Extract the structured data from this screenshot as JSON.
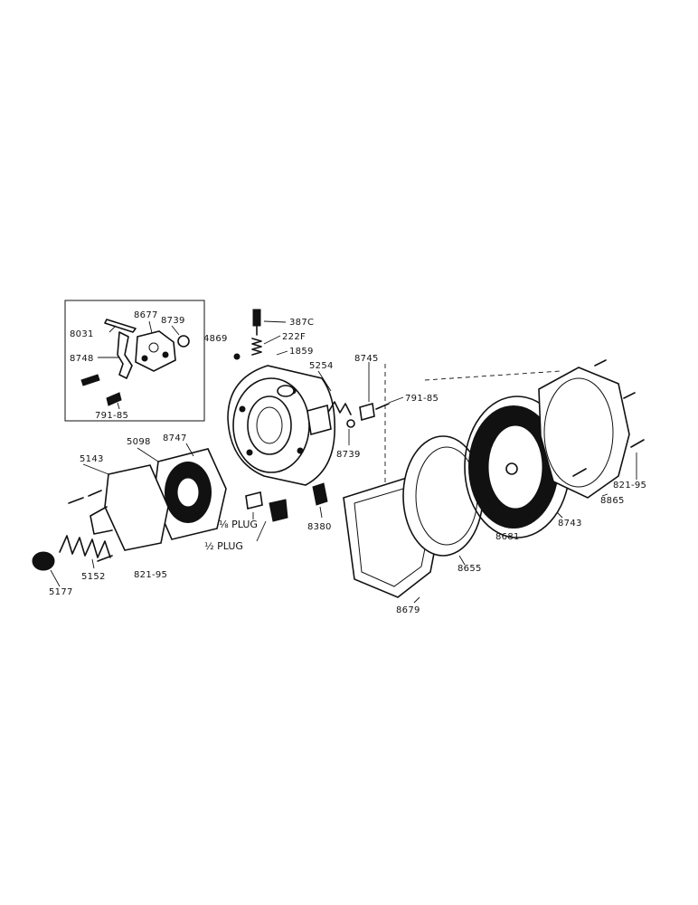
{
  "labels": {
    "p387c": "387C",
    "p222f": "222F",
    "p1859": "1859",
    "p4869": "4869",
    "p8677": "8677",
    "p8739a": "8739",
    "p8031": "8031",
    "p8748": "8748",
    "p791_85a": "791-85",
    "p5254": "5254",
    "p8745": "8745",
    "p791_85b": "791-85",
    "p8739b": "8739",
    "p5143": "5143",
    "p5098": "5098",
    "p8747": "8747",
    "p5152": "5152",
    "p5177": "5177",
    "p821_95a": "821-95",
    "p8380": "8380",
    "plug18": "⅛ PLUG",
    "plug12": "½ PLUG",
    "p8679": "8679",
    "p8655": "8655",
    "p8681": "8681",
    "p8743": "8743",
    "p8865": "8865",
    "p821_95b": "821-95"
  }
}
